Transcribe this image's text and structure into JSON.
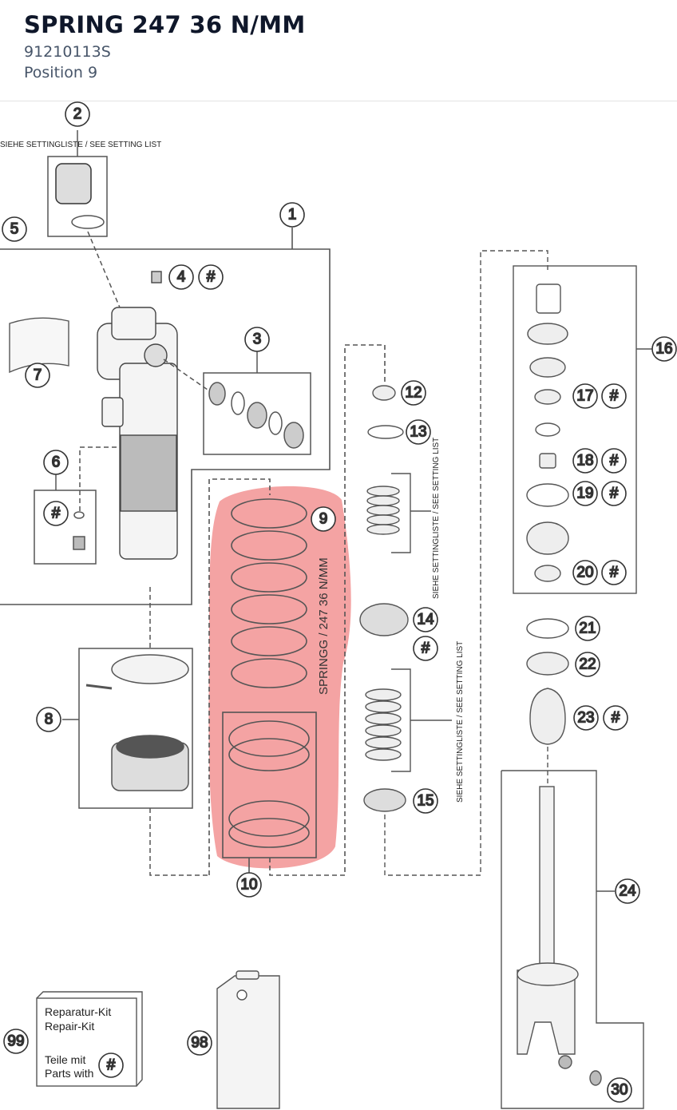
{
  "header": {
    "title": "SPRING 247 36 N/MM",
    "part_number": "91210113S",
    "position": "Position 9"
  },
  "diagram": {
    "highlight_color": "#f08080",
    "see_setting_list": "SIEHE SETTINGLISTE / SEE SETTING LIST",
    "spring_label": "SPRINGG / 247 36 N/MM",
    "hash_symbol": "#",
    "kit_line1": "Reparatur-Kit",
    "kit_line2": "Repair-Kit",
    "kit_line3": "Teile mit",
    "kit_line4": "Parts with",
    "callouts": {
      "c1": "1",
      "c2": "2",
      "c3": "3",
      "c4": "4",
      "c5": "5",
      "c6": "6",
      "c7": "7",
      "c8": "8",
      "c9": "9",
      "c10": "10",
      "c12": "12",
      "c13": "13",
      "c14": "14",
      "c15": "15",
      "c16": "16",
      "c17": "17",
      "c18": "18",
      "c19": "19",
      "c20": "20",
      "c21": "21",
      "c22": "22",
      "c23": "23",
      "c24": "24",
      "c30": "30",
      "c98": "98",
      "c99": "99"
    }
  }
}
